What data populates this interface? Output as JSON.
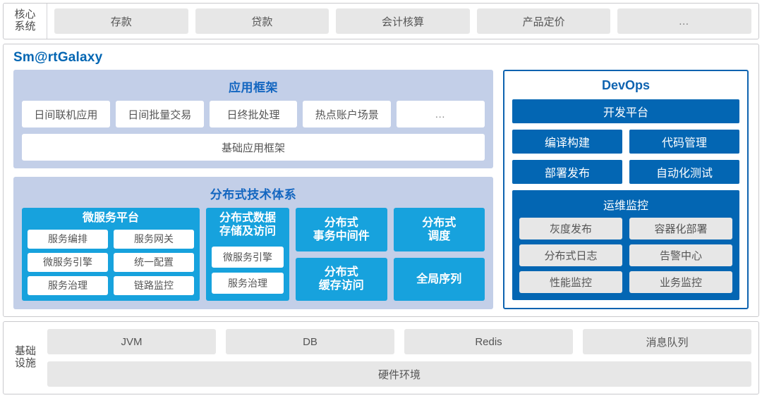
{
  "core_systems": {
    "label_line1": "核心",
    "label_line2": "系统",
    "items": [
      {
        "label": "存款"
      },
      {
        "label": "贷款"
      },
      {
        "label": "会计核算"
      },
      {
        "label": "产品定价"
      },
      {
        "label": "…"
      }
    ]
  },
  "galaxy": {
    "title": "Sm@rtGalaxy",
    "app_framework": {
      "title": "应用框架",
      "items": [
        {
          "label": "日间联机应用"
        },
        {
          "label": "日间批量交易"
        },
        {
          "label": "日终批处理"
        },
        {
          "label": "热点账户场景"
        },
        {
          "label": "…"
        }
      ],
      "base": "基础应用框架"
    },
    "distributed": {
      "title": "分布式技术体系",
      "microservice": {
        "title": "微服务平台",
        "items": [
          {
            "label": "服务编排"
          },
          {
            "label": "服务网关"
          },
          {
            "label": "微服务引擎"
          },
          {
            "label": "统一配置"
          },
          {
            "label": "服务治理"
          },
          {
            "label": "链路监控"
          }
        ]
      },
      "data_storage": {
        "title_line1": "分布式数据",
        "title_line2": "存储及访问",
        "items": [
          {
            "label": "微服务引擎"
          },
          {
            "label": "服务治理"
          }
        ]
      },
      "cells": [
        {
          "line1": "分布式",
          "line2": "事务中间件"
        },
        {
          "line1": "分布式",
          "line2": "调度"
        },
        {
          "line1": "分布式",
          "line2": "缓存访问"
        },
        {
          "line1": "全局序列",
          "line2": ""
        }
      ]
    },
    "devops": {
      "title": "DevOps",
      "platform": "开发平台",
      "rows": [
        [
          {
            "label": "编译构建"
          },
          {
            "label": "代码管理"
          }
        ],
        [
          {
            "label": "部署发布"
          },
          {
            "label": "自动化测试"
          }
        ]
      ],
      "ops": {
        "title": "运维监控",
        "rows": [
          [
            {
              "label": "灰度发布"
            },
            {
              "label": "容器化部署"
            }
          ],
          [
            {
              "label": "分布式日志"
            },
            {
              "label": "告警中心"
            }
          ],
          [
            {
              "label": "性能监控"
            },
            {
              "label": "业务监控"
            }
          ]
        ]
      }
    }
  },
  "infrastructure": {
    "label_line1": "基础",
    "label_line2": "设施",
    "items": [
      {
        "label": "JVM"
      },
      {
        "label": "DB"
      },
      {
        "label": "Redis"
      },
      {
        "label": "消息队列"
      }
    ],
    "hardware": "硬件环境"
  },
  "colors": {
    "accent_dark_blue": "#0366b3",
    "accent_cyan": "#17a2dd",
    "panel_lavender": "#c3cfe8",
    "chip_gray": "#e7e7e7",
    "title_blue": "#1366c0"
  }
}
